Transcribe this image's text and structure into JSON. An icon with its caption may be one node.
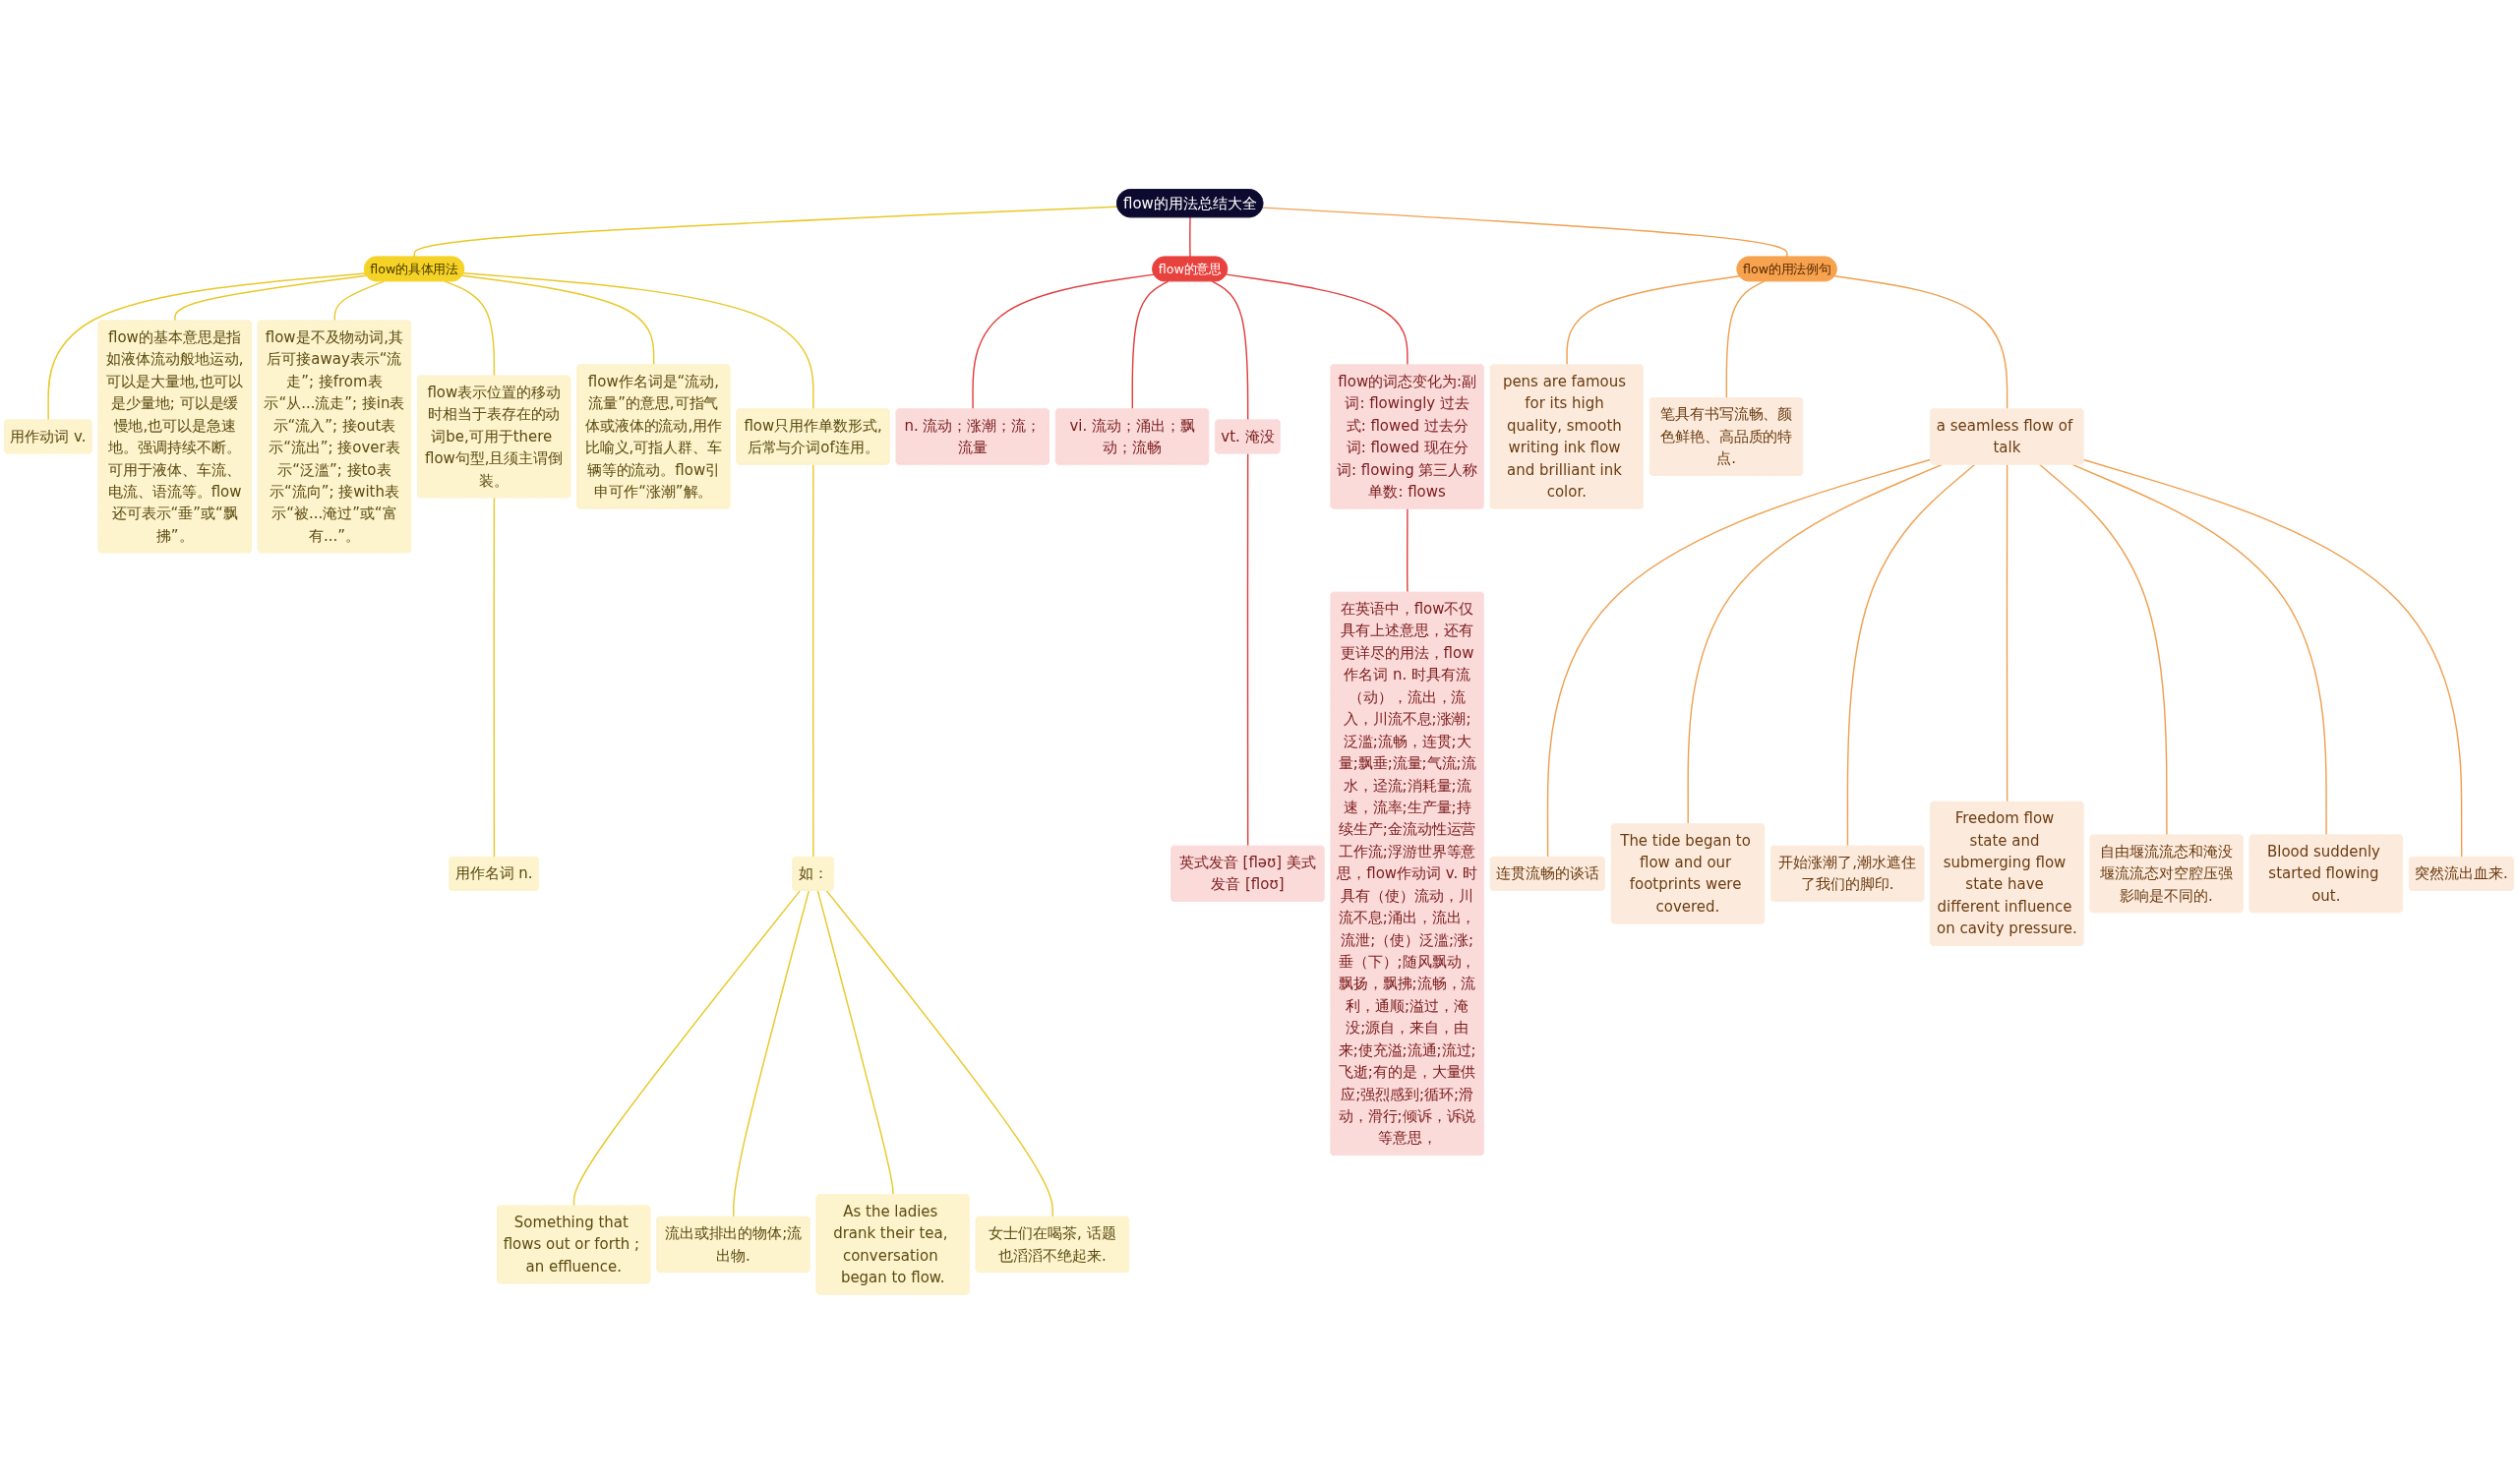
{
  "diagram": {
    "nodes": [
      {
        "text": [
          "flow的用法总结大全"
        ]
      },
      {
        "text": [
          "flow的意思"
        ]
      },
      {
        "text": [
          "n. 流动；涨潮；流；流量"
        ]
      },
      {
        "text": [
          "vi. 流动；涌出；飘动；流畅"
        ]
      },
      {
        "text": [
          "vt. 淹没"
        ]
      },
      {
        "text": [
          "英式发音 [fləʊ] 美式发音 [floʊ]"
        ]
      },
      {
        "text": [
          "flow的词态变化为:副词: flowingly 过去式: flowed 过去分词: flowed 现在分词: flowing 第三人称单数: flows"
        ]
      },
      {
        "text": [
          "在英语中，flow不仅具有上述意思，还有更详尽的用法，flow作名词 n. 时具有流（动），流出，流入，川流不息;涨潮;泛滥;流畅，连贯;大量;飘垂;流量;气流;流水，迳流;消耗量;流速，流率;生产量;持续生产;金流动性运营工作流;浮游世界等意思，flow作动词 v. 时具有（使）流动，川流不息;涌出，流出，流泄;（使）泛滥;涨;垂（下）;随风飘动，飘扬，飘拂;流畅，流利，通顺;溢过，淹没;源自，来自，由来;使充溢;流通;流过;飞逝;有的是，大量供应;强烈感到;循环;滑动，滑行;倾诉，诉说等意思，"
        ]
      },
      {
        "text": [
          "flow的用法例句"
        ]
      },
      {
        "text": [
          "pens are famous for its high quality, smooth writing ink flow and brilliant ink color."
        ]
      },
      {
        "text": [
          "笔具有书写流畅、颜色鲜艳、高品质的特点."
        ]
      },
      {
        "text": [
          "a seamless flow of talk"
        ]
      },
      {
        "text": [
          "连贯流畅的谈话"
        ]
      },
      {
        "text": [
          "The tide began to flow and our footprints were covered."
        ]
      },
      {
        "text": [
          "开始涨潮了,潮水遮住了我们的脚印."
        ]
      },
      {
        "text": [
          "Freedom flow state and submerging flow state have different influence on cavity pressure."
        ]
      },
      {
        "text": [
          "自由堰流流态和淹没堰流流态对空腔压强影响是不同的."
        ]
      },
      {
        "text": [
          "Blood suddenly started flowing out."
        ]
      },
      {
        "text": [
          "突然流出血来."
        ]
      },
      {
        "text": [
          "flow的具体用法"
        ]
      },
      {
        "text": [
          "用作动词 v."
        ]
      },
      {
        "text": [
          "flow的基本意思是指如液体流动般地运动,可以是大量地,也可以是少量地; 可以是缓慢地,也可以是急速地。强调持续不断。可用于液体、车流、电流、语流等。flow还可表示“垂”或“飘拂”。"
        ]
      },
      {
        "text": [
          "flow是不及物动词,其后可接away表示“流走”; 接from表示“从...流走”; 接in表示“流入”; 接out表示“流出”; 接over表示“泛滥”; 接to表示“流向”; 接with表示“被...淹过”或“富有...”。"
        ]
      },
      {
        "text": [
          "flow表示位置的移动时相当于表存在的动词be,可用于there flow句型,且须主谓倒装。"
        ]
      },
      {
        "text": [
          "用作名词 n."
        ]
      },
      {
        "text": [
          "flow作名词是“流动,流量”的意思,可指气体或液体的流动,用作比喻义,可指人群、车辆等的流动。flow引申可作“涨潮”解。"
        ]
      },
      {
        "text": [
          "flow只用作单数形式,后常与介词of连用。"
        ]
      },
      {
        "text": [
          "如："
        ]
      },
      {
        "text": [
          "Something that flows out or forth ; an effluence."
        ]
      },
      {
        "text": [
          "流出或排出的物体;流出物."
        ]
      },
      {
        "text": [
          "As the ladies drank their tea, conversation began to flow."
        ]
      },
      {
        "text": [
          "女士们在喝茶, 话题也滔滔不绝起来."
        ]
      }
    ],
    "edges": [
      {
        "from": 0,
        "to": 1,
        "arrow": "none",
        "color": "#e0403f"
      },
      {
        "from": 1,
        "to": 2,
        "arrow": "none",
        "color": "#e0403f"
      },
      {
        "from": 1,
        "to": 3,
        "arrow": "none",
        "color": "#e0403f"
      },
      {
        "from": 1,
        "to": 4,
        "arrow": "none",
        "color": "#e0403f"
      },
      {
        "from": 4,
        "to": 5,
        "arrow": "none",
        "color": "#e0403f"
      },
      {
        "from": 1,
        "to": 6,
        "arrow": "none",
        "color": "#e0403f"
      },
      {
        "from": 6,
        "to": 7,
        "arrow": "none",
        "color": "#e0403f"
      },
      {
        "from": 0,
        "to": 8,
        "arrow": "none",
        "color": "#f0a050"
      },
      {
        "from": 8,
        "to": 9,
        "arrow": "none",
        "color": "#f0a050"
      },
      {
        "from": 8,
        "to": 10,
        "arrow": "none",
        "color": "#f0a050"
      },
      {
        "from": 8,
        "to": 11,
        "arrow": "none",
        "color": "#f0a050"
      },
      {
        "from": 11,
        "to": 12,
        "arrow": "none",
        "color": "#f0a050"
      },
      {
        "from": 11,
        "to": 13,
        "arrow": "none",
        "color": "#f0a050"
      },
      {
        "from": 11,
        "to": 14,
        "arrow": "none",
        "color": "#f0a050"
      },
      {
        "from": 11,
        "to": 15,
        "arrow": "none",
        "color": "#f0a050"
      },
      {
        "from": 11,
        "to": 16,
        "arrow": "none",
        "color": "#f0a050"
      },
      {
        "from": 11,
        "to": 17,
        "arrow": "none",
        "color": "#f0a050"
      },
      {
        "from": 11,
        "to": 18,
        "arrow": "none",
        "color": "#f0a050"
      },
      {
        "from": 0,
        "to": 19,
        "arrow": "none",
        "color": "#e8c828"
      },
      {
        "from": 19,
        "to": 20,
        "arrow": "none",
        "color": "#e8c828"
      },
      {
        "from": 19,
        "to": 21,
        "arrow": "none",
        "color": "#e8c828"
      },
      {
        "from": 19,
        "to": 22,
        "arrow": "none",
        "color": "#e8c828"
      },
      {
        "from": 19,
        "to": 23,
        "arrow": "none",
        "color": "#e8c828"
      },
      {
        "from": 23,
        "to": 24,
        "arrow": "none",
        "color": "#e8c828"
      },
      {
        "from": 19,
        "to": 25,
        "arrow": "none",
        "color": "#e8c828"
      },
      {
        "from": 19,
        "to": 26,
        "arrow": "none",
        "color": "#e8c828"
      },
      {
        "from": 26,
        "to": 27,
        "arrow": "none",
        "color": "#e8c828"
      },
      {
        "from": 27,
        "to": 28,
        "arrow": "none",
        "color": "#e8c828"
      },
      {
        "from": 27,
        "to": 29,
        "arrow": "none",
        "color": "#e8c828"
      },
      {
        "from": 27,
        "to": 30,
        "arrow": "none",
        "color": "#e8c828"
      },
      {
        "from": 27,
        "to": 31,
        "arrow": "none",
        "color": "#e8c828"
      }
    ]
  }
}
